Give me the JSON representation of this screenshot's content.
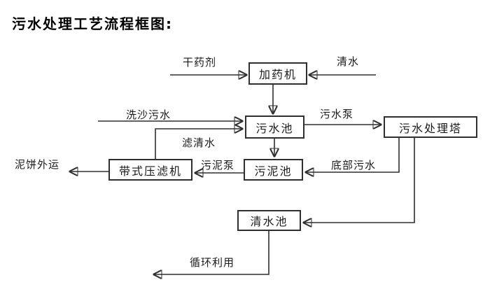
{
  "title": "污水处理工艺流程框图:",
  "nodes": {
    "dosing_machine": {
      "label": "加药机"
    },
    "sewage_pool": {
      "label": "污水池"
    },
    "treatment_tower": {
      "label": "污水处理塔"
    },
    "sludge_pool": {
      "label": "污泥池"
    },
    "belt_filter_press": {
      "label": "带式压滤机"
    },
    "clean_water_pool": {
      "label": "清水池"
    }
  },
  "flow_labels": {
    "dry_agent": "干药剂",
    "clean_water": "清水",
    "sand_washing_sewage": "洗沙污水",
    "filtered_water": "滤清水",
    "sewage_pump": "污水泵",
    "bottom_sewage": "底部污水",
    "sludge_pump": "污泥泵",
    "mud_cake_out": "泥饼外运",
    "recycle": "循环利用"
  },
  "edges": [
    {
      "from": "input",
      "to": "dosing_machine",
      "label": "干药剂"
    },
    {
      "from": "input",
      "to": "dosing_machine",
      "label": "清水"
    },
    {
      "from": "dosing_machine",
      "to": "sewage_pool",
      "label": ""
    },
    {
      "from": "input",
      "to": "sewage_pool",
      "label": "洗沙污水"
    },
    {
      "from": "belt_filter_press",
      "to": "sewage_pool",
      "label": "滤清水"
    },
    {
      "from": "sewage_pool",
      "to": "treatment_tower",
      "label": "污水泵"
    },
    {
      "from": "sewage_pool",
      "to": "sludge_pool",
      "label": ""
    },
    {
      "from": "treatment_tower",
      "to": "sludge_pool",
      "label": "底部污水"
    },
    {
      "from": "sludge_pool",
      "to": "belt_filter_press",
      "label": "污泥泵"
    },
    {
      "from": "belt_filter_press",
      "to": "output",
      "label": "泥饼外运"
    },
    {
      "from": "treatment_tower",
      "to": "clean_water_pool",
      "label": ""
    },
    {
      "from": "clean_water_pool",
      "to": "output",
      "label": "循环利用"
    }
  ],
  "colors": {
    "line": "#2f2f2f",
    "text": "#1a1a1a",
    "background": "#ffffff"
  }
}
